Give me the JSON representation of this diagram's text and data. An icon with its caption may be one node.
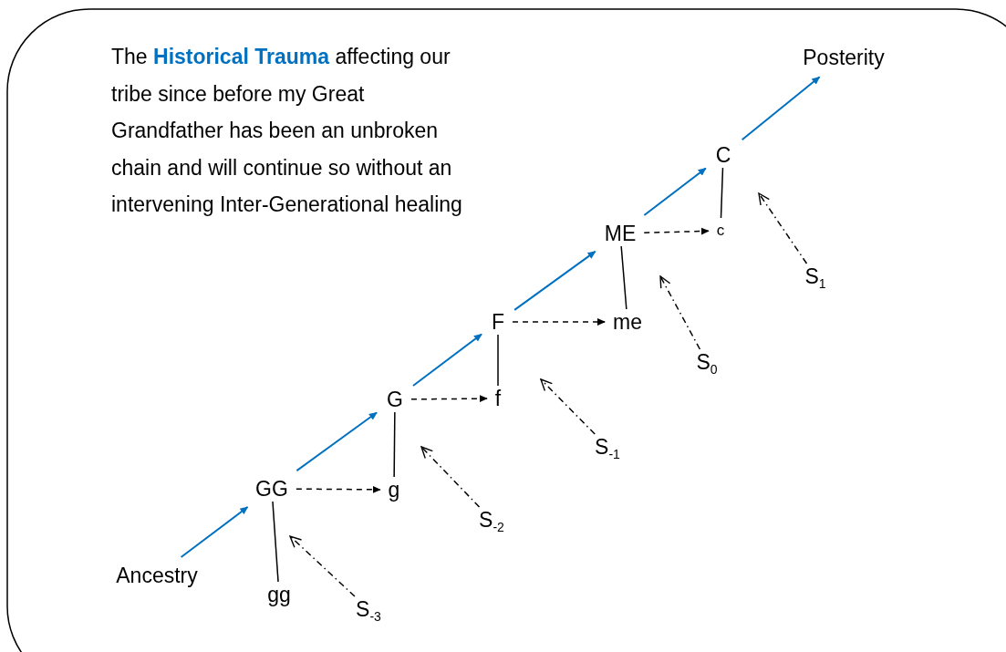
{
  "diagram": {
    "nodes": [
      {
        "text": [
          "Ancestry"
        ]
      },
      {
        "text": [
          "GG"
        ]
      },
      {
        "text": [
          "gg"
        ]
      },
      {
        "text": [
          "S$_{-3}$"
        ]
      },
      {
        "text": [
          "G"
        ]
      },
      {
        "text": [
          "g"
        ]
      },
      {
        "text": [
          "S$_{-2}$"
        ]
      },
      {
        "text": [
          "F"
        ]
      },
      {
        "text": [
          "f"
        ]
      },
      {
        "text": [
          "S$_{-1}$"
        ]
      },
      {
        "text": [
          "ME"
        ]
      },
      {
        "text": [
          "me"
        ]
      },
      {
        "text": [
          "S$_{0}$"
        ]
      },
      {
        "text": [
          "C"
        ]
      },
      {
        "text": [
          "c"
        ]
      },
      {
        "text": [
          "S$_{1}$"
        ]
      },
      {
        "text": [
          "Posterity"
        ]
      }
    ],
    "edges": [
      {
        "from": 0,
        "to": 1,
        "arrow": "to",
        "color": "#0070c0"
      },
      {
        "from": 1,
        "to": 4,
        "arrow": "to",
        "color": "#0070c0"
      },
      {
        "from": 4,
        "to": 7,
        "arrow": "to",
        "color": "#0070c0"
      },
      {
        "from": 7,
        "to": 10,
        "arrow": "to",
        "color": "#0070c0"
      },
      {
        "from": 10,
        "to": 13,
        "arrow": "to",
        "color": "#0070c0"
      },
      {
        "from": 13,
        "to": 16,
        "arrow": "to",
        "color": "#0070c0"
      },
      {
        "from": 1,
        "to": 5,
        "arrow": "to",
        "style": "dashed"
      },
      {
        "from": 4,
        "to": 8,
        "arrow": "to",
        "style": "dashed"
      },
      {
        "from": 7,
        "to": 11,
        "arrow": "to",
        "style": "dashed"
      },
      {
        "from": 10,
        "to": 14,
        "arrow": "to",
        "style": "dashed"
      },
      {
        "from": 1,
        "to": 2,
        "arrow": "none"
      },
      {
        "from": 4,
        "to": 5,
        "arrow": "none"
      },
      {
        "from": 7,
        "to": 8,
        "arrow": "none"
      },
      {
        "from": 10,
        "to": 11,
        "arrow": "none"
      },
      {
        "from": 13,
        "to": 14,
        "arrow": "none"
      },
      {
        "from": 3,
        "to": null,
        "arrow": "to",
        "style": "dashed"
      },
      {
        "from": 6,
        "to": null,
        "arrow": "to",
        "style": "dashed"
      },
      {
        "from": 9,
        "to": null,
        "arrow": "to",
        "style": "dashed"
      },
      {
        "from": 12,
        "to": null,
        "arrow": "to",
        "style": "dashed"
      },
      {
        "from": 15,
        "to": null,
        "arrow": "to",
        "style": "dashed"
      }
    ],
    "labels": [
      "The **Historical Trauma** affecting our tribe since before my Great Grandfather has been an unbroken chain and will continue so without an intervening Inter-Generational healing"
    ]
  }
}
